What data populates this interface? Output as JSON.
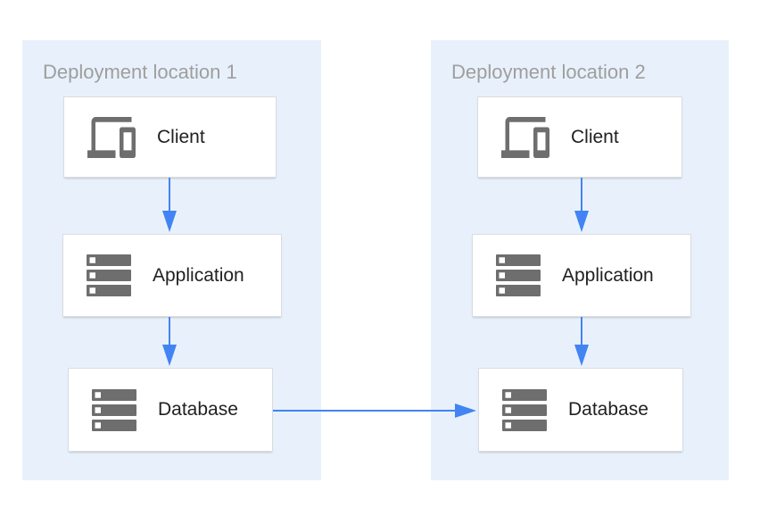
{
  "diagram": {
    "type": "deployment-architecture",
    "locations": [
      {
        "title": "Deployment location 1",
        "nodes": [
          {
            "id": "client-1",
            "label": "Client",
            "icon": "devices-icon"
          },
          {
            "id": "application-1",
            "label": "Application",
            "icon": "server-rack-icon"
          },
          {
            "id": "database-1",
            "label": "Database",
            "icon": "server-rack-icon"
          }
        ]
      },
      {
        "title": "Deployment location 2",
        "nodes": [
          {
            "id": "client-2",
            "label": "Client",
            "icon": "devices-icon"
          },
          {
            "id": "application-2",
            "label": "Application",
            "icon": "server-rack-icon"
          },
          {
            "id": "database-2",
            "label": "Database",
            "icon": "server-rack-icon"
          }
        ]
      }
    ],
    "connections": [
      {
        "from": "client-1",
        "to": "application-1",
        "direction": "down"
      },
      {
        "from": "application-1",
        "to": "database-1",
        "direction": "down"
      },
      {
        "from": "client-2",
        "to": "application-2",
        "direction": "down"
      },
      {
        "from": "application-2",
        "to": "database-2",
        "direction": "down"
      },
      {
        "from": "database-1",
        "to": "database-2",
        "direction": "right"
      }
    ],
    "colors": {
      "panel_bg": "#E8F1FB",
      "box_bg": "#FFFFFF",
      "box_border": "#DADCE0",
      "arrow": "#4284F3",
      "icon": "#6E6E6E",
      "title_text": "#9E9E9E",
      "label_text": "#212121"
    }
  }
}
